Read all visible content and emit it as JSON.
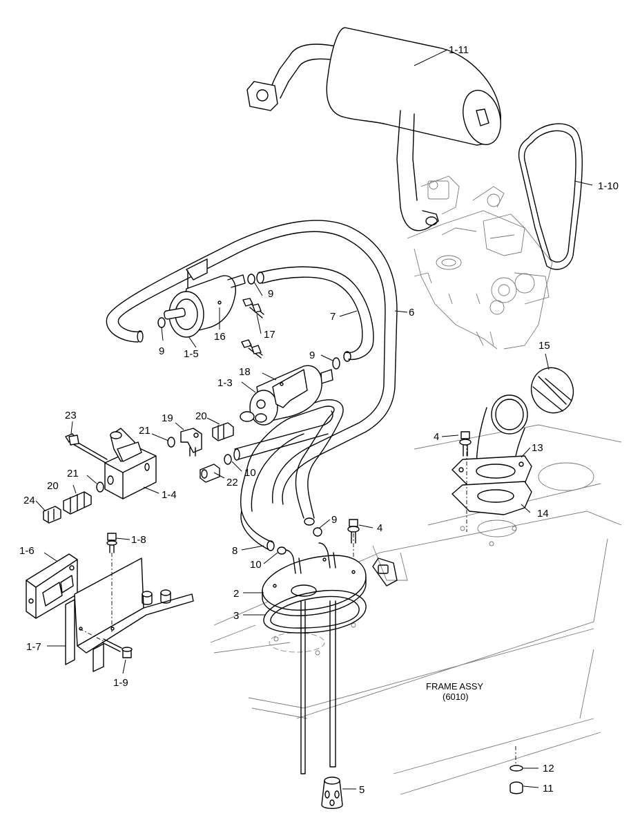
{
  "labels": {
    "muffler": "1-11",
    "belt": "1-10",
    "hose_6": "6",
    "hose_7": "7",
    "clamp_9a": "9",
    "clamp_9b": "9",
    "clamp_9c": "9",
    "clamp_9d": "9",
    "bolt_17": "17",
    "filter_1_5": "1-5",
    "bracket_16": "16",
    "pump_1_3": "1-3",
    "bracket_18": "18",
    "cap_15": "15",
    "bolt_4a": "4",
    "bolt_4b": "4",
    "neck_13": "13",
    "gasket_14": "14",
    "bolt_23": "23",
    "elbow_19": "19",
    "fitting_20a": "20",
    "fitting_20b": "20",
    "oring_21a": "21",
    "oring_21b": "21",
    "valve_1_4": "1-4",
    "connector_22": "22",
    "clamp_10a": "10",
    "clamp_10b": "10",
    "plug_24": "24",
    "module_1_6": "1-6",
    "bolt_1_8": "1-8",
    "bracket_1_7": "1-7",
    "bolt_1_9": "1-9",
    "hose_8": "8",
    "sender_2": "2",
    "gasket_3": "3",
    "strainer_5": "5",
    "washer_12": "12",
    "plug_11": "11"
  },
  "frame": {
    "title": "FRAME ASSY",
    "code": "(6010)"
  }
}
